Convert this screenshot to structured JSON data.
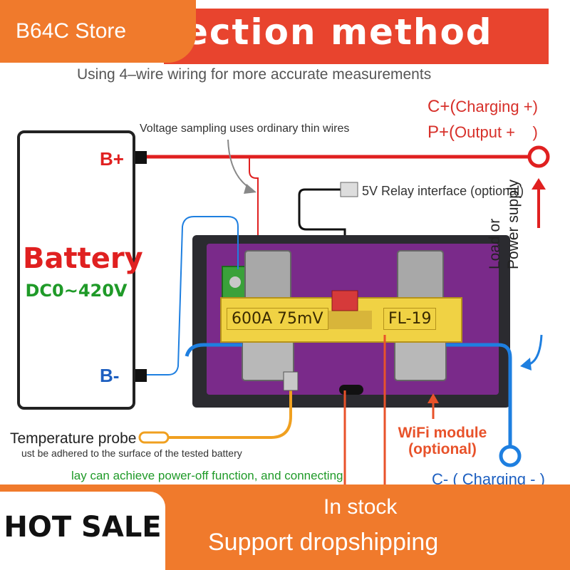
{
  "store": {
    "name": "B64C Store"
  },
  "title": {
    "text": "ection method",
    "subtitle": "Using 4–wire wiring for more accurate measurements"
  },
  "notes": {
    "voltage_sampling": "Voltage sampling uses ordinary thin wires",
    "relay": "5V Relay interface (optional)"
  },
  "terminals": {
    "c_plus": "C+(",
    "c_plus_desc": "Charging +)",
    "p_plus": "P+(",
    "p_plus_desc": "Output +    )",
    "c_minus": "C- ( Charging - )"
  },
  "battery": {
    "title": "Battery",
    "range": "DC0~420V",
    "b_plus": "B+",
    "b_minus": "B-"
  },
  "load": {
    "line1": "Load or",
    "line2": "Power supply"
  },
  "shunt": {
    "left": "600A 75mV",
    "right": "FL-19"
  },
  "temp": {
    "label": "Temperature probe",
    "note": "ust be adhered to the surface of the tested battery"
  },
  "wifi": {
    "line1": "WiFi module",
    "line2": "(optional)"
  },
  "green_note": "lay can achieve power-off function, and connecting",
  "badges": {
    "hot": "HOT SALE",
    "stock": "In stock",
    "dropship": "Support dropshipping"
  },
  "colors": {
    "red_wire": "#e02020",
    "blue_wire": "#1e7fe0",
    "orange_wire": "#f0a020",
    "board": "#7a2a8a",
    "accent": "#f07a2c"
  }
}
